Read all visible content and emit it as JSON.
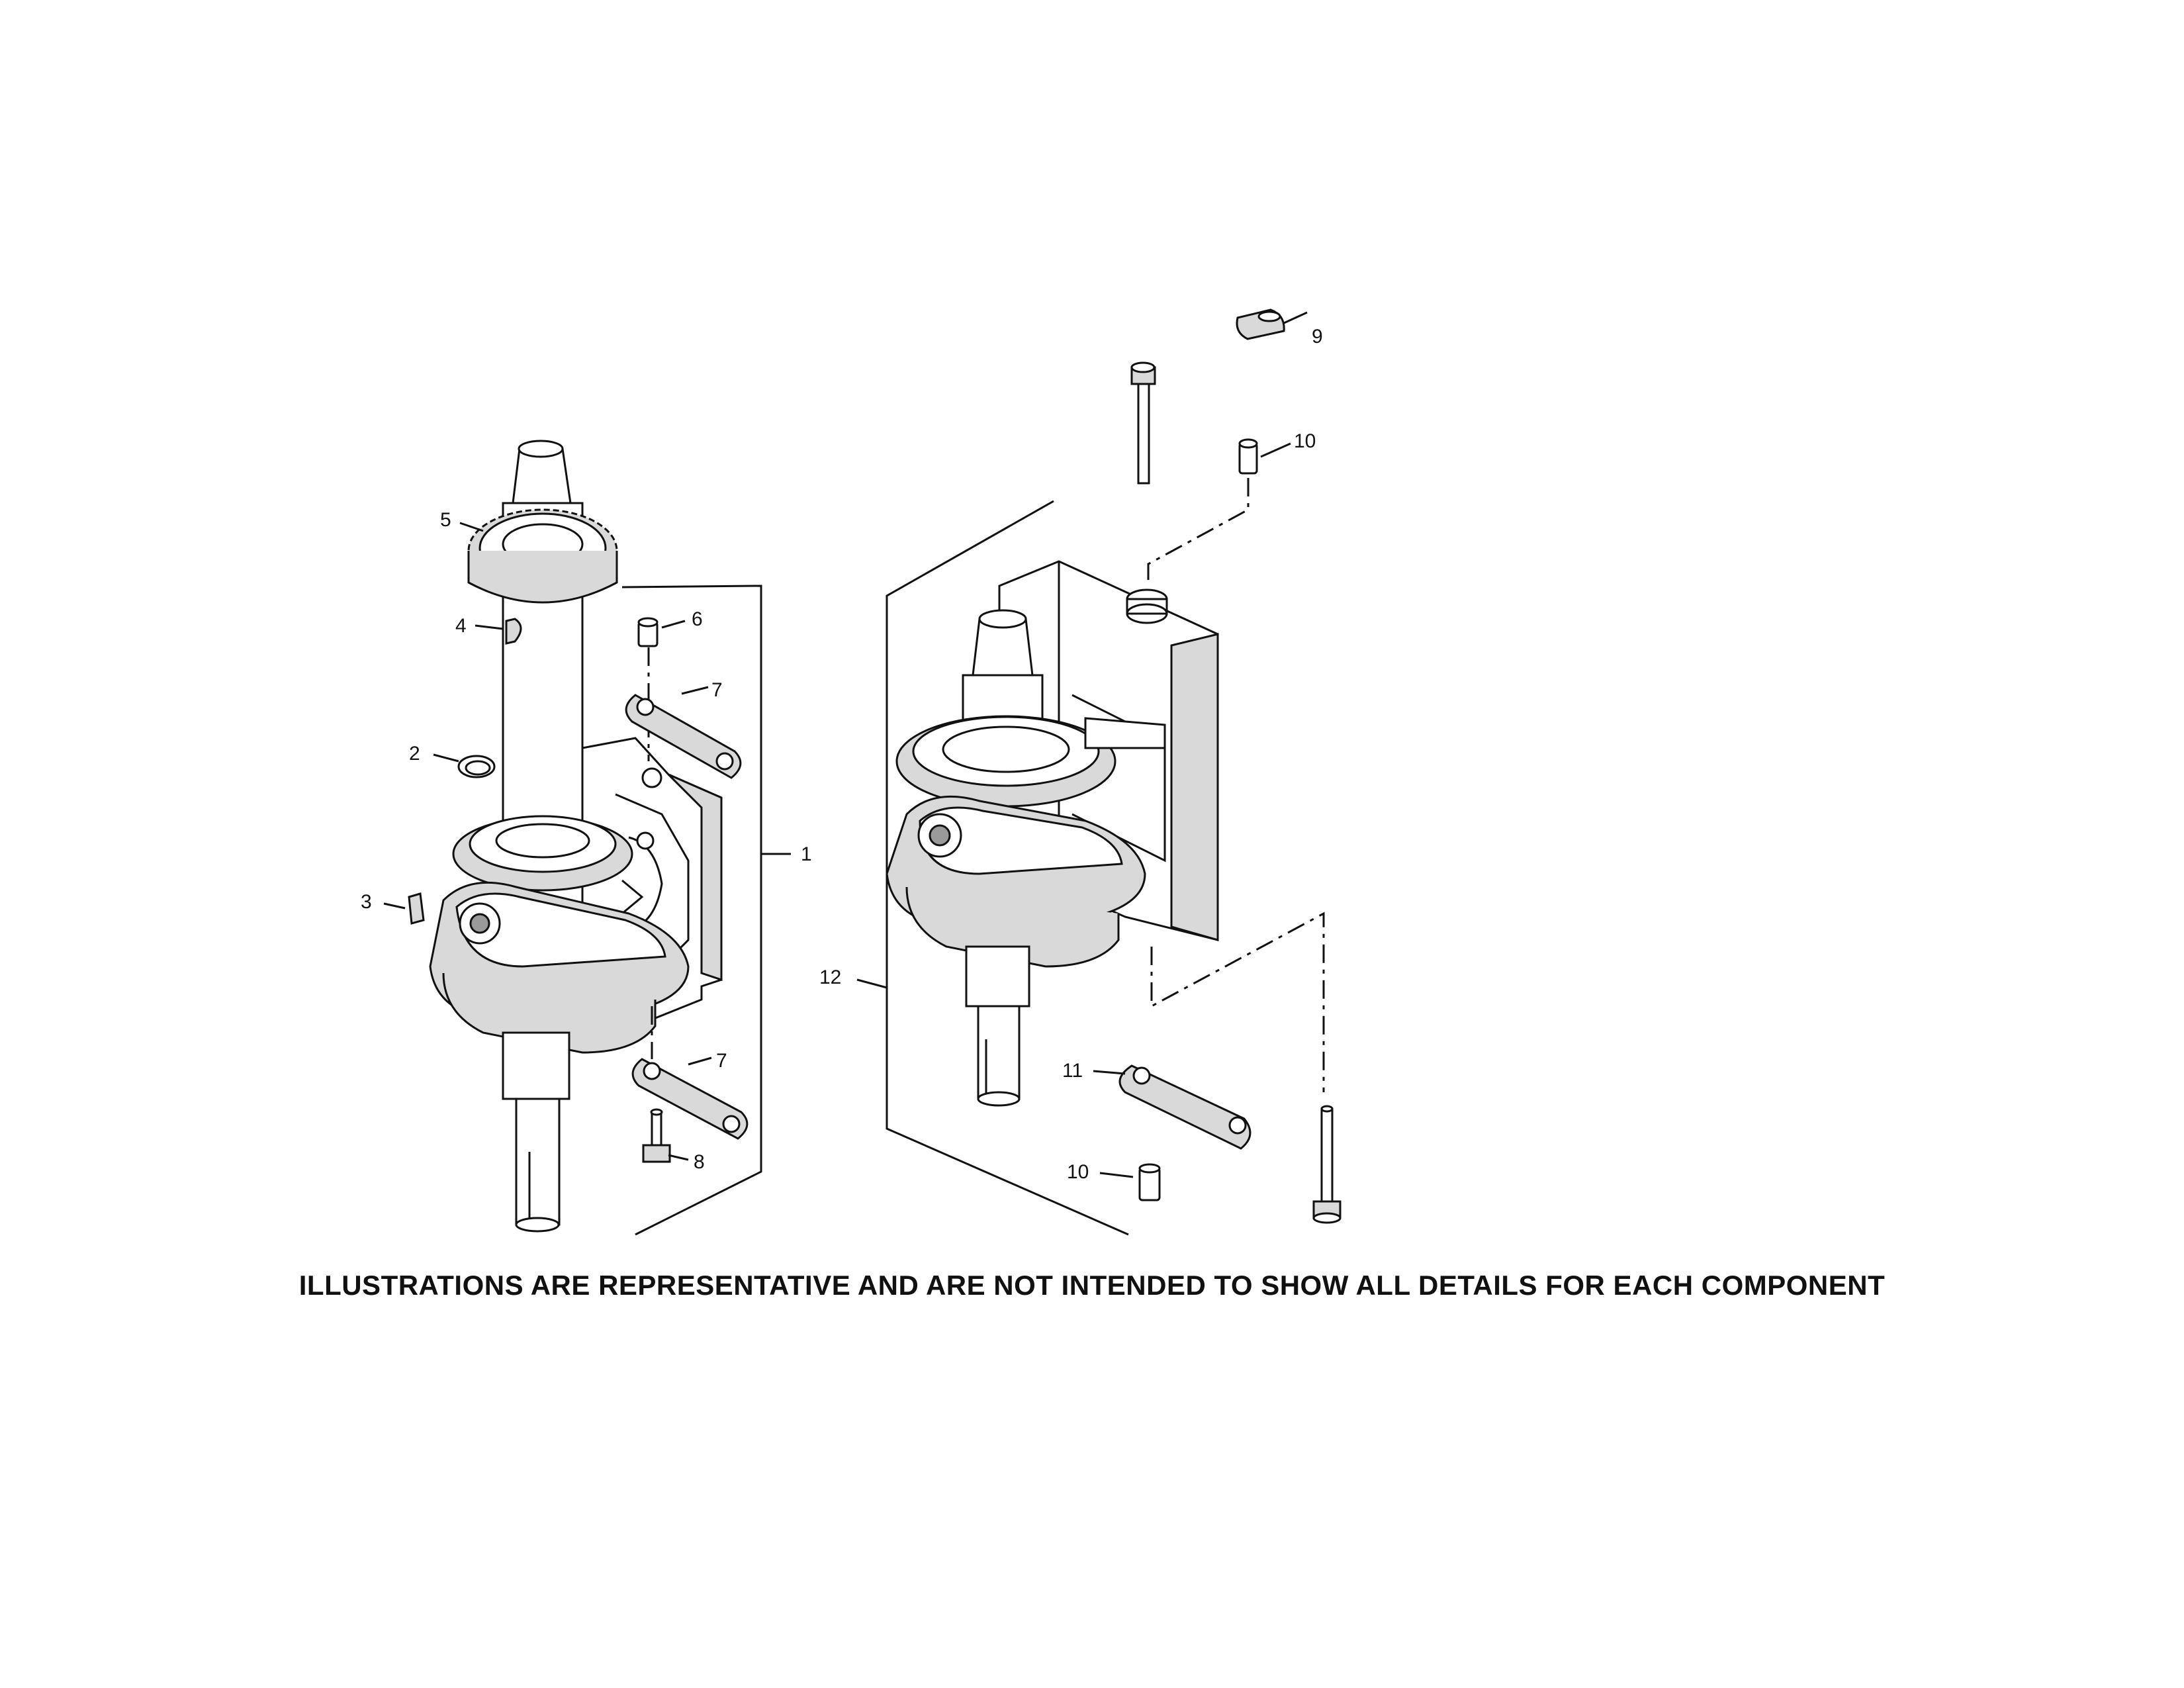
{
  "diagram": {
    "callouts": {
      "c1": "1",
      "c2": "2",
      "c3": "3",
      "c4": "4",
      "c5": "5",
      "c6": "6",
      "c7a": "7",
      "c7b": "7",
      "c8": "8",
      "c9": "9",
      "c10a": "10",
      "c10b": "10",
      "c11": "11",
      "c12": "12"
    },
    "disclaimer": "ILLUSTRATIONS ARE REPRESENTATIVE AND ARE NOT INTENDED TO SHOW ALL DETAILS FOR EACH COMPONENT"
  },
  "colors": {
    "ink": "#111111",
    "part_shade": "#d9d9d9",
    "background": "#ffffff"
  }
}
